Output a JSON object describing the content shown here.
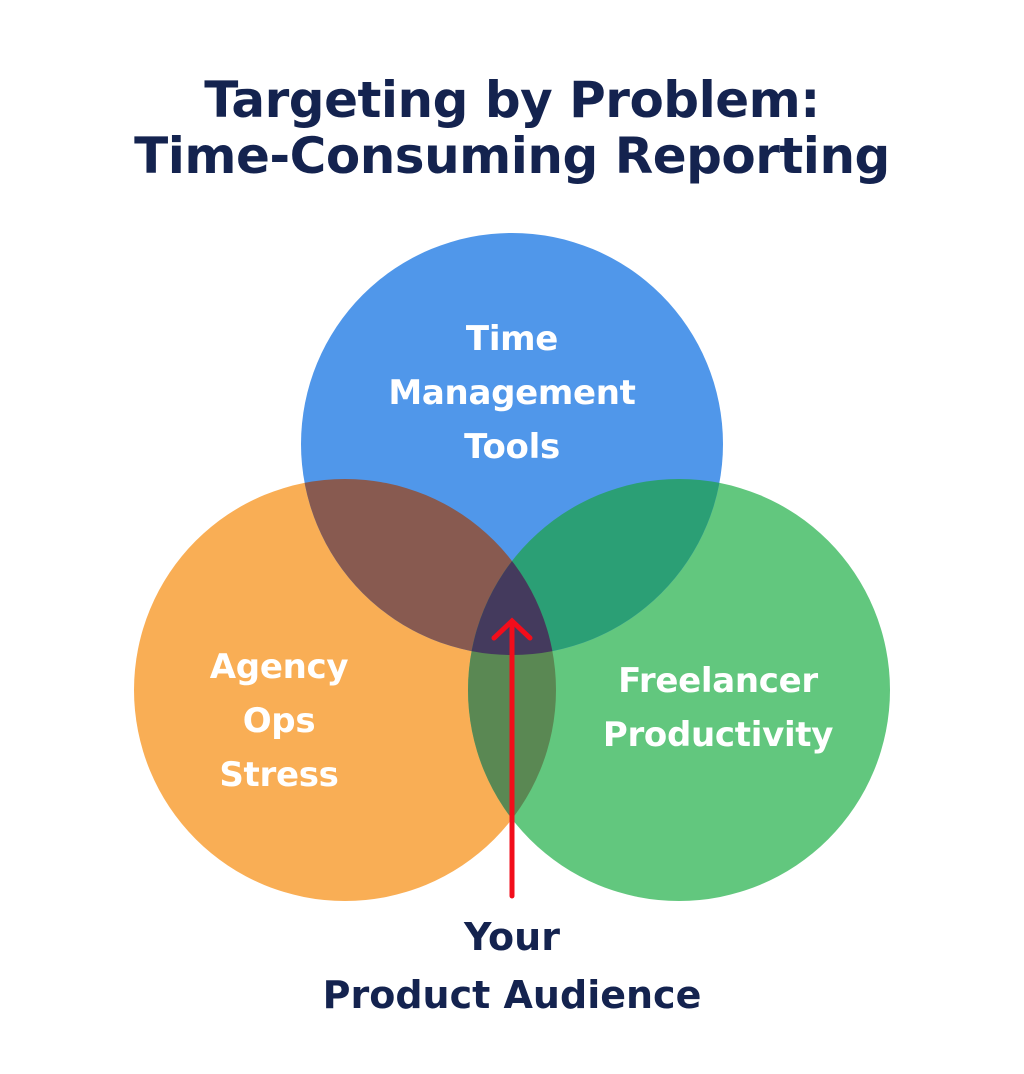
{
  "title": {
    "line1": "Targeting by Problem:",
    "line2": "Time-Consuming Reporting"
  },
  "circles": [
    {
      "id": "time-management",
      "lines": [
        "Time",
        "Management",
        "Tools"
      ],
      "color": "#5097ea"
    },
    {
      "id": "agency-ops",
      "lines": [
        "Agency",
        "Ops",
        "Stress"
      ],
      "color": "#f9ae55"
    },
    {
      "id": "freelancer",
      "lines": [
        "Freelancer",
        "Productivity"
      ],
      "color": "#62c77e"
    }
  ],
  "overlaps": {
    "blue_orange": "#885a50",
    "blue_green": "#2b9f75",
    "orange_green": "#5a8853",
    "center": "#443a5d"
  },
  "arrow": {
    "color": "#f20d1b",
    "target": "center-intersection"
  },
  "audience": {
    "line1": "Your",
    "line2": "Product Audience"
  }
}
